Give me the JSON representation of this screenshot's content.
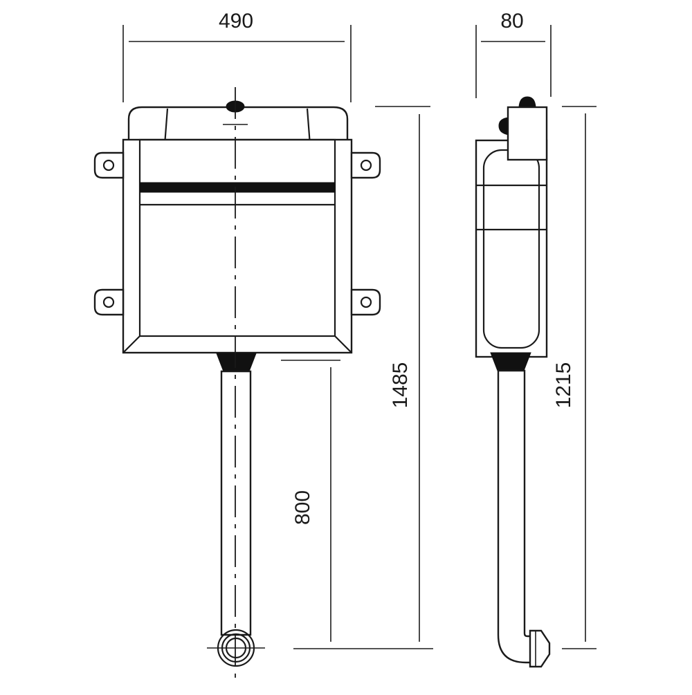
{
  "dimensions": {
    "front_width": "490",
    "side_depth": "80",
    "front_total_height": "1485",
    "front_pipe_length": "800",
    "side_total_height": "1215"
  }
}
